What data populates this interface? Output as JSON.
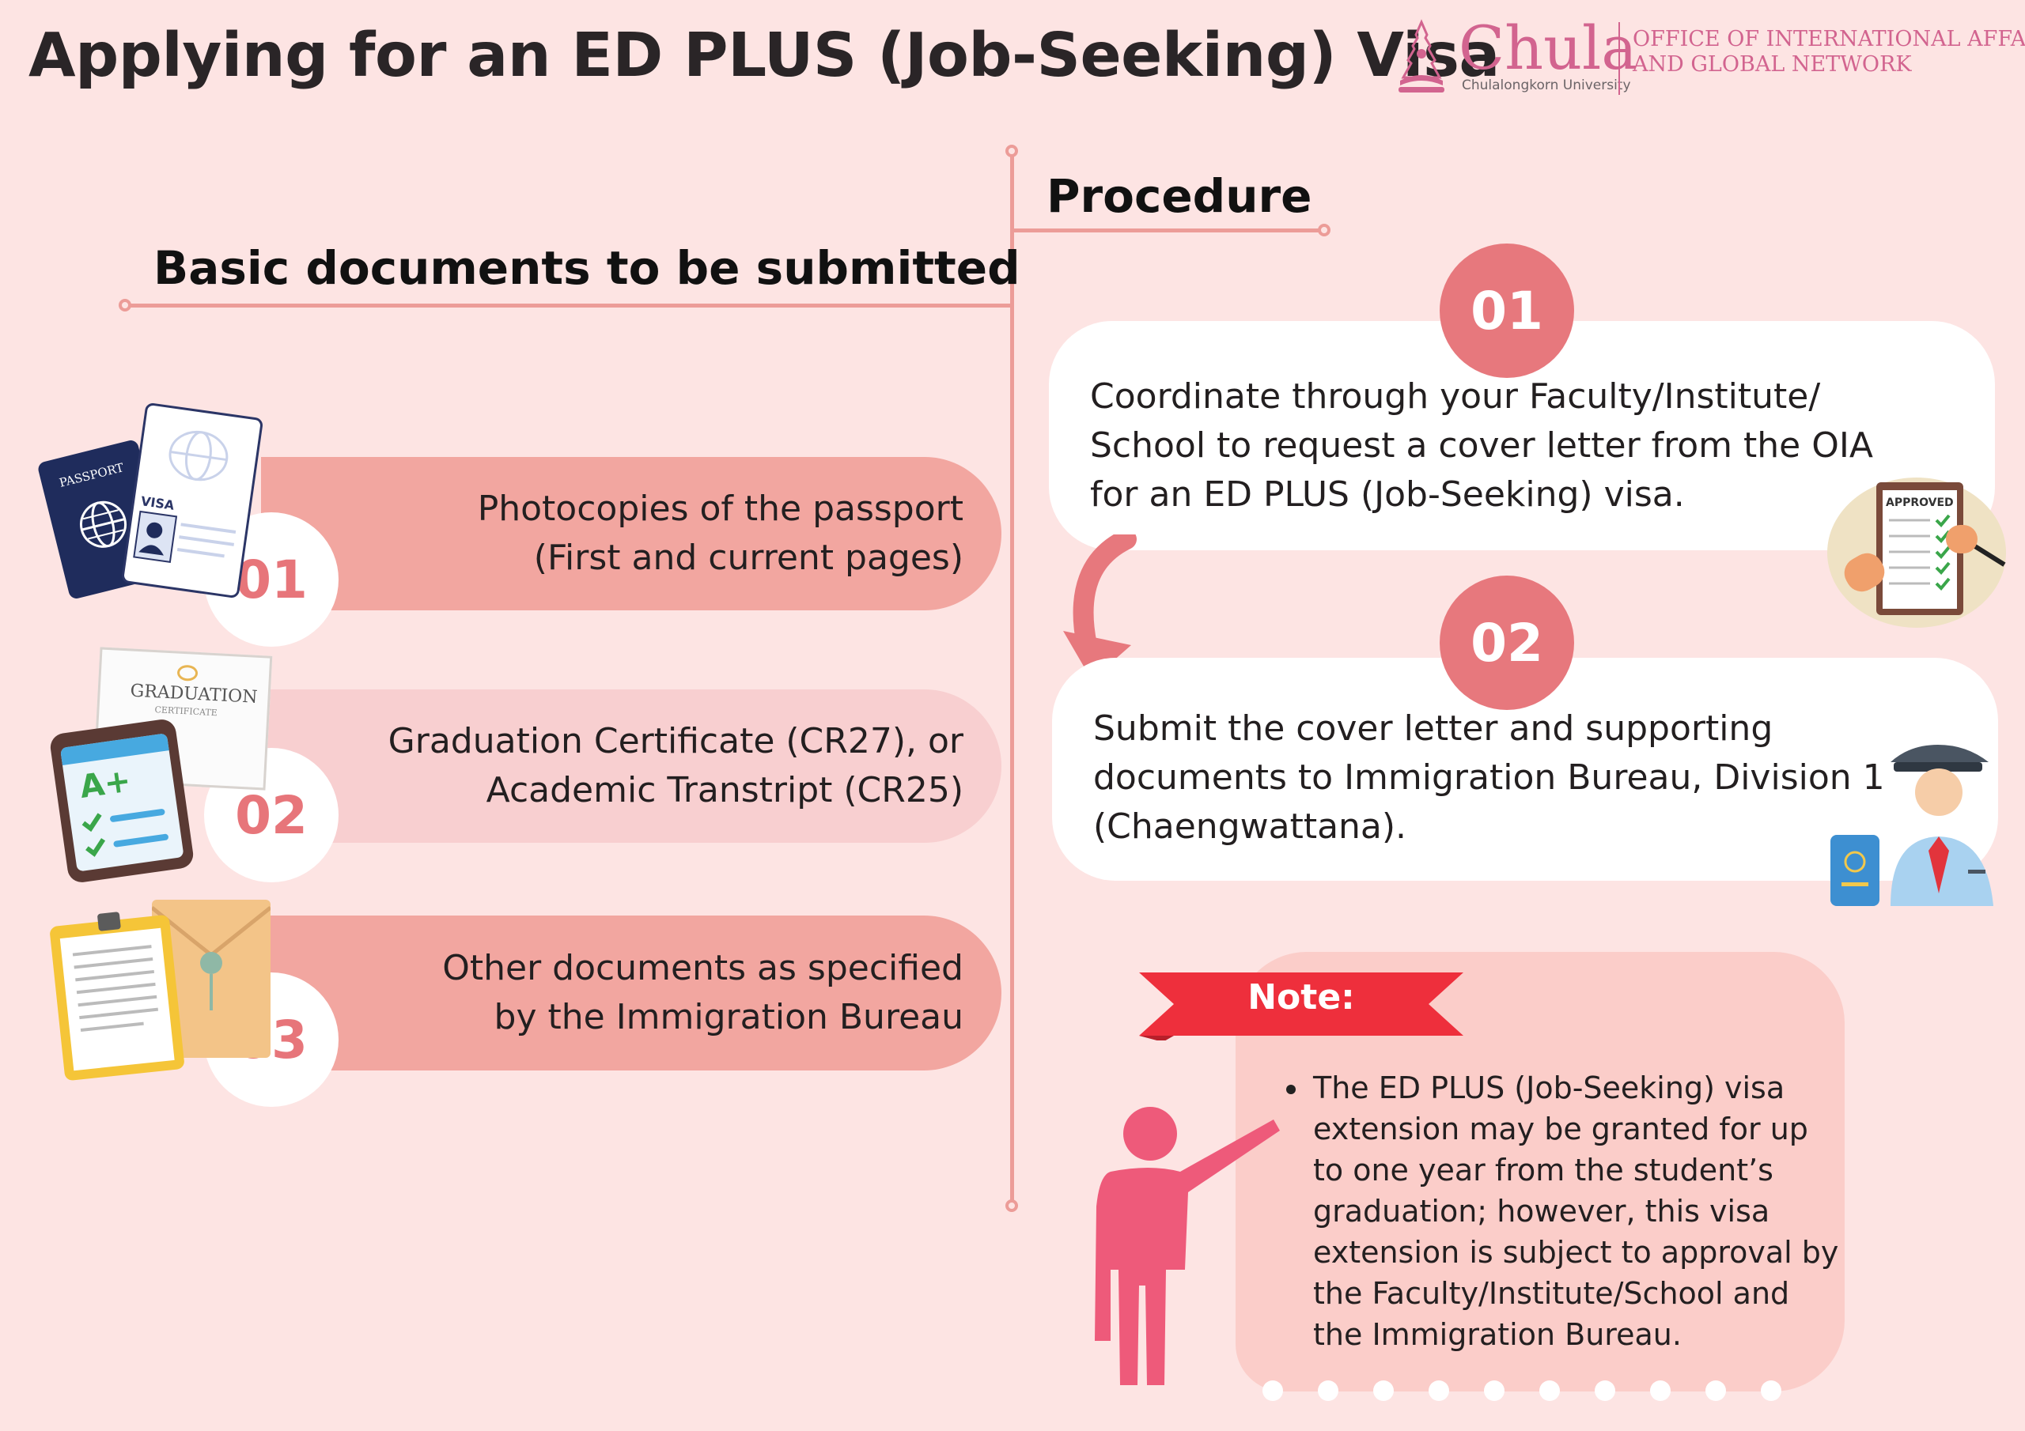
{
  "title": "Applying for an ED PLUS (Job-Seeking) Visa",
  "brand": {
    "name": "Chula",
    "university": "Chulalongkorn University",
    "office_line1": "OFFICE OF INTERNATIONAL AFFAIRS",
    "office_line2": "AND GLOBAL NETWORK"
  },
  "documents": {
    "heading": "Basic documents to be submitted",
    "items": [
      {
        "num": "01",
        "lines": [
          "Photocopies of the passport",
          "(First and current pages)"
        ]
      },
      {
        "num": "02",
        "lines": [
          "Graduation Certificate (CR27), or",
          "Academic Transtript (CR25)"
        ]
      },
      {
        "num": "03",
        "lines": [
          "Other documents as specified",
          "by the Immigration Bureau"
        ]
      }
    ],
    "illustrations": {
      "passport_label": "PASSPORT",
      "visa_label": "VISA",
      "certificate_label": "GRADUATION",
      "certificate_sub": "CERTIFICATE",
      "grade_label": "A+"
    }
  },
  "procedure": {
    "heading": "Procedure",
    "steps": [
      {
        "num": "01",
        "lines": [
          "Coordinate through your Faculty/Institute/",
          "School to request a cover letter from the OIA",
          "for an ED PLUS (Job-Seeking) visa."
        ]
      },
      {
        "num": "02",
        "lines": [
          "Submit the cover letter and supporting",
          "documents to Immigration Bureau, Division 1",
          "(Chaengwattana)."
        ]
      }
    ],
    "approved_label": "APPROVED"
  },
  "note": {
    "label": "Note:",
    "lines": [
      "The ED PLUS (Job-Seeking) visa",
      "extension may be granted for up",
      "to one year from the student’s",
      "graduation; however, this visa",
      "extension is subject to approval by",
      "the Faculty/Institute/School and",
      "the Immigration Bureau."
    ]
  },
  "colors": {
    "background": "#fde4e3",
    "accent": "#e7787d",
    "line": "#ec9c98",
    "ribbon": "#ee2f3c",
    "brand": "#d2648f"
  }
}
